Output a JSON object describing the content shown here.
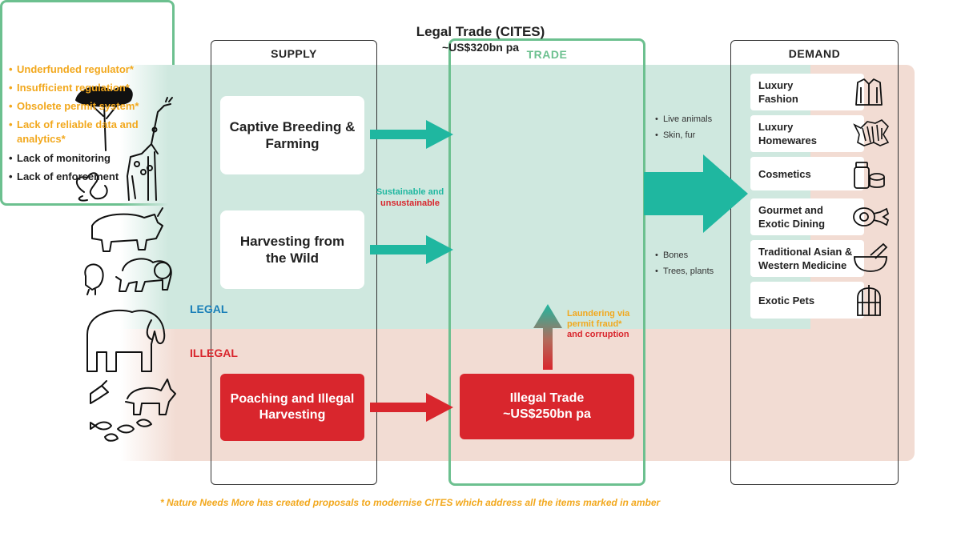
{
  "columns": {
    "supply": "SUPPLY",
    "trade": "TRADE",
    "demand": "DEMAND"
  },
  "zones": {
    "legal": "LEGAL",
    "illegal": "ILLEGAL"
  },
  "supply": {
    "captive_line1": "Captive Breeding &",
    "captive_line2": "Farming",
    "harvest_line1": "Harvesting from",
    "harvest_line2": "the Wild",
    "poaching_line1": "Poaching and Illegal",
    "poaching_line2": "Harvesting"
  },
  "sustainable": {
    "line1": "Sustainable and",
    "line2": "unsustainable"
  },
  "legal_trade": {
    "title": "Legal Trade (CITES)",
    "value": "~US$320bn pa",
    "issues": [
      {
        "text": "Underfunded regulator*",
        "amber": true
      },
      {
        "text": "Insufficient regulation*",
        "amber": true
      },
      {
        "text": "Obsolete permit system*",
        "amber": true
      },
      {
        "text": "Lack of reliable data and",
        "amber": true
      },
      {
        "text": "analytics*",
        "amber": true
      },
      {
        "text": "Lack of monitoring",
        "amber": false
      },
      {
        "text": "Lack of enforcement",
        "amber": false
      }
    ]
  },
  "illegal_trade": {
    "title": "Illegal Trade",
    "value": "~US$250bn pa"
  },
  "laundering": {
    "line1": "Laundering via",
    "line2": "permit fraud*",
    "line3": "and corruption"
  },
  "products": {
    "top": [
      "Live animals",
      "Skin, fur"
    ],
    "bottom": [
      "Bones",
      "Trees, plants"
    ]
  },
  "demand": [
    {
      "line1": "Luxury",
      "line2": "Fashion",
      "icon": "coat-icon"
    },
    {
      "line1": "Luxury",
      "line2": "Homewares",
      "icon": "zebra-rug-icon"
    },
    {
      "line1": "Cosmetics",
      "line2": "",
      "icon": "cosmetics-jar-icon"
    },
    {
      "line1": "Gourmet and",
      "line2": "Exotic Dining",
      "icon": "meat-icon"
    },
    {
      "line1": "Traditional Asian &",
      "line2": "Western Medicine",
      "icon": "mortar-pestle-icon"
    },
    {
      "line1": "Exotic Pets",
      "line2": "",
      "icon": "birdcage-icon"
    }
  ],
  "footnote": "* Nature Needs More has created proposals to modernise CITES which address all the items marked in amber",
  "colors": {
    "legal_bg": "#cfe8df",
    "illegal_bg": "#f2dcd3",
    "teal_arrow": "#1fb7a0",
    "red": "#d9262d",
    "amber": "#f2a81d",
    "trade_border": "#6cc08f"
  }
}
